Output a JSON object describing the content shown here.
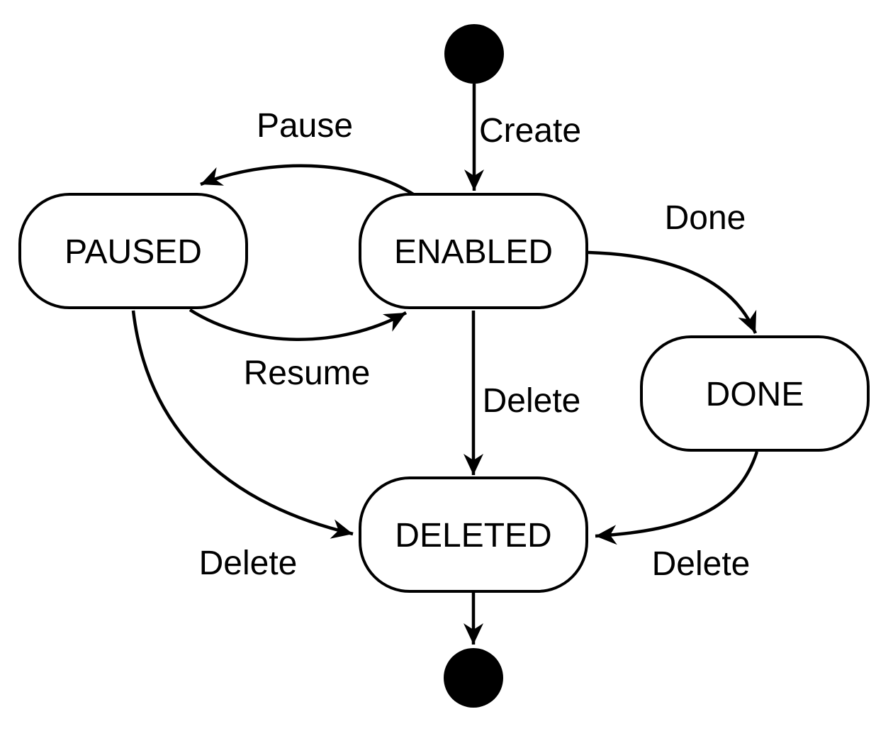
{
  "diagram": {
    "type": "uml-state-machine",
    "title": "",
    "colors": {
      "background": "#ffffff",
      "stroke": "#000000",
      "state_fill": "#ffffff",
      "text": "#000000"
    },
    "states": [
      {
        "id": "initial",
        "kind": "initial-pseudostate",
        "label": ""
      },
      {
        "id": "paused",
        "kind": "state",
        "label": "PAUSED"
      },
      {
        "id": "enabled",
        "kind": "state",
        "label": "ENABLED"
      },
      {
        "id": "done",
        "kind": "state",
        "label": "DONE"
      },
      {
        "id": "deleted",
        "kind": "state",
        "label": "DELETED"
      },
      {
        "id": "final",
        "kind": "final-pseudostate",
        "label": ""
      }
    ],
    "transitions": [
      {
        "from": "initial",
        "to": "enabled",
        "label": "Create"
      },
      {
        "from": "enabled",
        "to": "paused",
        "label": "Pause"
      },
      {
        "from": "paused",
        "to": "enabled",
        "label": "Resume"
      },
      {
        "from": "enabled",
        "to": "done",
        "label": "Done"
      },
      {
        "from": "enabled",
        "to": "deleted",
        "label": "Delete"
      },
      {
        "from": "paused",
        "to": "deleted",
        "label": "Delete"
      },
      {
        "from": "done",
        "to": "deleted",
        "label": "Delete"
      },
      {
        "from": "deleted",
        "to": "final",
        "label": ""
      }
    ]
  }
}
